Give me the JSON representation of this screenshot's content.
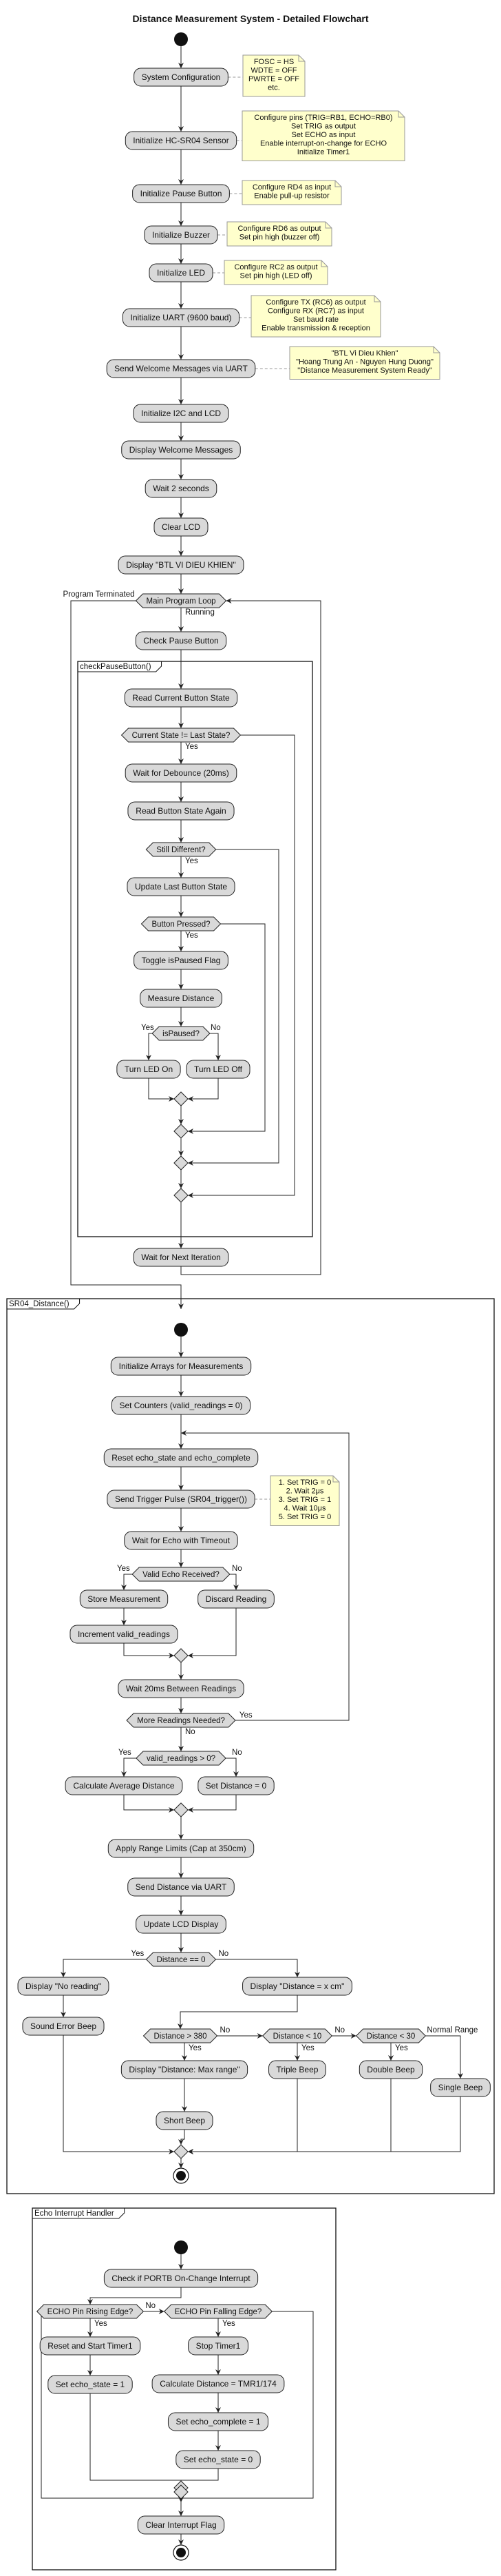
{
  "title": "Distance Measurement System - Detailed Flowchart",
  "main": {
    "system_configuration": "System Configuration",
    "init_hcsr04": "Initialize HC-SR04 Sensor",
    "init_pause": "Initialize Pause Button",
    "init_buzzer": "Initialize Buzzer",
    "init_led": "Initialize LED",
    "init_uart": "Initialize UART (9600 baud)",
    "send_welcome_uart": "Send Welcome Messages via UART",
    "init_i2c_lcd": "Initialize I2C and LCD",
    "display_welcome": "Display Welcome Messages",
    "wait_2s": "Wait 2 seconds",
    "clear_lcd": "Clear LCD",
    "display_btl": "Display \"BTL VI DIEU KHIEN\"",
    "main_loop": "Main Program Loop",
    "label_terminated": "Program Terminated",
    "label_running": "Running",
    "check_pause": "Check Pause Button",
    "wait_next": "Wait for Next Iteration"
  },
  "notes": {
    "config": [
      "FOSC = HS",
      "WDTE = OFF",
      "PWRTE = OFF",
      "etc."
    ],
    "hcsr04": [
      "Configure pins (TRIG=RB1, ECHO=RB0)",
      "Set TRIG as output",
      "Set ECHO as input",
      "Enable interrupt-on-change for ECHO",
      "Initialize Timer1"
    ],
    "pause": [
      "Configure RD4 as input",
      "Enable pull-up resistor"
    ],
    "buzzer": [
      "Configure RD6 as output",
      "Set pin high (buzzer off)"
    ],
    "led": [
      "Configure RC2 as output",
      "Set pin high (LED off)"
    ],
    "uart": [
      "Configure TX (RC6) as output",
      "Configure RX (RC7) as input",
      "Set baud rate",
      "Enable transmission & reception"
    ],
    "welcome": [
      "\"BTL Vi Dieu Khien\"",
      "\"Hoang Trung An - Nguyen Hung Duong\"",
      "\"Distance Measurement System Ready\""
    ],
    "trigger": [
      "1. Set TRIG = 0",
      "2. Wait 2μs",
      "3. Set TRIG = 1",
      "4. Wait 10μs",
      "5. Set TRIG = 0"
    ]
  },
  "check_pause_frame": {
    "title": "checkPauseButton()",
    "read_current": "Read Current Button State",
    "cur_neq_last": "Current State != Last State?",
    "wait_debounce": "Wait for Debounce (20ms)",
    "read_again": "Read Button State Again",
    "still_different": "Still Different?",
    "update_last": "Update Last Button State",
    "button_pressed": "Button Pressed?",
    "toggle": "Toggle isPaused Flag",
    "measure": "Measure Distance",
    "is_paused": "isPaused?",
    "led_on": "Turn LED On",
    "led_off": "Turn LED Off"
  },
  "sr04_frame": {
    "title": "SR04_Distance()",
    "init_arrays": "Initialize Arrays for Measurements",
    "set_counters": "Set Counters (valid_readings = 0)",
    "reset_echo": "Reset echo_state and echo_complete",
    "send_trigger": "Send Trigger Pulse (SR04_trigger())",
    "wait_echo": "Wait for Echo with Timeout",
    "valid_echo": "Valid Echo Received?",
    "store": "Store Measurement",
    "discard": "Discard Reading",
    "increment": "Increment valid_readings",
    "wait_20ms": "Wait 20ms Between Readings",
    "more_needed": "More Readings Needed?",
    "valid_zero": "valid_readings > 0?",
    "calc_avg": "Calculate Average Distance",
    "set_dist0": "Set Distance = 0",
    "apply_limits": "Apply Range Limits (Cap at 350cm)",
    "send_uart": "Send Distance via UART",
    "update_lcd": "Update LCD Display",
    "dist_eq0": "Distance == 0",
    "no_reading": "Display \"No reading\"",
    "display_x": "Display \"Distance = x cm\"",
    "sound_error": "Sound Error Beep",
    "d380": "Distance > 380",
    "d10": "Distance < 10",
    "d30": "Distance < 30",
    "normal_range": "Normal Range",
    "display_max": "Display \"Distance: Max range\"",
    "triple": "Triple Beep",
    "double": "Double Beep",
    "single": "Single Beep",
    "short": "Short Beep"
  },
  "echo_frame": {
    "title": "Echo Interrupt Handler",
    "check_portb": "Check if PORTB On-Change Interrupt",
    "rising": "ECHO Pin Rising Edge?",
    "falling": "ECHO Pin Falling Edge?",
    "reset_start": "Reset and Start Timer1",
    "stop_timer": "Stop Timer1",
    "set_echo1": "Set echo_state = 1",
    "calc_distance": "Calculate Distance = TMR1/174",
    "set_complete": "Set echo_complete = 1",
    "set_echo0": "Set echo_state = 0",
    "clear_int": "Clear Interrupt Flag"
  },
  "labels": {
    "yes": "Yes",
    "no": "No"
  }
}
